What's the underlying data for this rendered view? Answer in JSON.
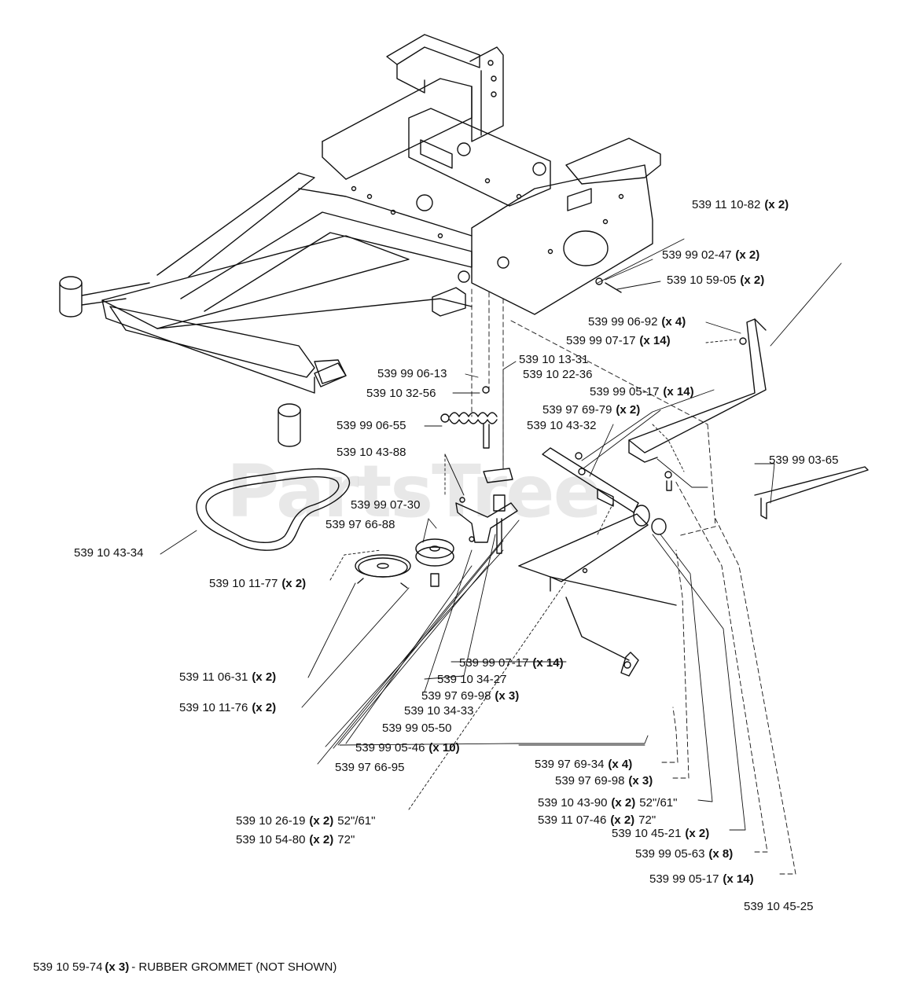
{
  "watermark": "PartsTree",
  "labels": [
    {
      "id": "l1",
      "pn": "539 11 10-82",
      "qty": "(x 2)",
      "note": ""
    },
    {
      "id": "l2",
      "pn": "539 99 02-47",
      "qty": "(x 2)",
      "note": ""
    },
    {
      "id": "l3",
      "pn": "539 10 59-05",
      "qty": "(x 2)",
      "note": ""
    },
    {
      "id": "l4",
      "pn": "539 99 06-92",
      "qty": "(x 4)",
      "note": ""
    },
    {
      "id": "l5",
      "pn": "539 99 07-17",
      "qty": "(x 14)",
      "note": ""
    },
    {
      "id": "l6",
      "pn": "539 10 13-31",
      "qty": "",
      "note": ""
    },
    {
      "id": "l7",
      "pn": "539 99 06-13",
      "qty": "",
      "note": ""
    },
    {
      "id": "l8",
      "pn": "539 10 22-36",
      "qty": "",
      "note": ""
    },
    {
      "id": "l9",
      "pn": "539 10 32-56",
      "qty": "",
      "note": ""
    },
    {
      "id": "l10",
      "pn": "539 99 05-17",
      "qty": "(x 14)",
      "note": ""
    },
    {
      "id": "l11",
      "pn": "539 97 69-79",
      "qty": "(x 2)",
      "note": ""
    },
    {
      "id": "l12",
      "pn": "539 99 06-55",
      "qty": "",
      "note": ""
    },
    {
      "id": "l13",
      "pn": "539 10 43-32",
      "qty": "",
      "note": ""
    },
    {
      "id": "l14",
      "pn": "539 10 43-88",
      "qty": "",
      "note": ""
    },
    {
      "id": "l15",
      "pn": "539 99 03-65",
      "qty": "",
      "note": ""
    },
    {
      "id": "l16",
      "pn": "539 99 07-30",
      "qty": "",
      "note": ""
    },
    {
      "id": "l17",
      "pn": "539 97 66-88",
      "qty": "",
      "note": ""
    },
    {
      "id": "l18",
      "pn": "539 10 43-34",
      "qty": "",
      "note": ""
    },
    {
      "id": "l19",
      "pn": "539 10 11-77",
      "qty": "(x 2)",
      "note": ""
    },
    {
      "id": "l20",
      "pn": "539 99 07-17",
      "qty": "(x 14)",
      "note": ""
    },
    {
      "id": "l21",
      "pn": "539 11 06-31",
      "qty": "(x 2)",
      "note": ""
    },
    {
      "id": "l22",
      "pn": "539 10 34-27",
      "qty": "",
      "note": ""
    },
    {
      "id": "l23",
      "pn": "539 97 69-98",
      "qty": "(x 3)",
      "note": ""
    },
    {
      "id": "l24",
      "pn": "539 10 11-76",
      "qty": "(x 2)",
      "note": ""
    },
    {
      "id": "l25",
      "pn": "539 10 34-33",
      "qty": "",
      "note": ""
    },
    {
      "id": "l26",
      "pn": "539 99 05-50",
      "qty": "",
      "note": ""
    },
    {
      "id": "l27",
      "pn": "539 99 05-46",
      "qty": "(x 10)",
      "note": ""
    },
    {
      "id": "l28",
      "pn": "539 97 66-95",
      "qty": "",
      "note": ""
    },
    {
      "id": "l29",
      "pn": "539 97 69-34",
      "qty": "(x 4)",
      "note": ""
    },
    {
      "id": "l30",
      "pn": "539 97 69-98",
      "qty": "(x 3)",
      "note": ""
    },
    {
      "id": "l31",
      "pn": "539 10 43-90",
      "qty": "(x 2)",
      "note": "52\"/61\""
    },
    {
      "id": "l32",
      "pn": "539 11 07-46",
      "qty": "(x 2)",
      "note": "72\""
    },
    {
      "id": "l33",
      "pn": "539 10 26-19",
      "qty": "(x 2)",
      "note": "52\"/61\""
    },
    {
      "id": "l34",
      "pn": "539 10 54-80",
      "qty": "(x 2)",
      "note": "72\""
    },
    {
      "id": "l35",
      "pn": "539 10 45-21",
      "qty": "(x 2)",
      "note": ""
    },
    {
      "id": "l36",
      "pn": "539 99 05-63",
      "qty": "(x 8)",
      "note": ""
    },
    {
      "id": "l37",
      "pn": "539 99 05-17",
      "qty": "(x 14)",
      "note": ""
    },
    {
      "id": "l38",
      "pn": "539 10 45-25",
      "qty": "",
      "note": ""
    }
  ],
  "footer": {
    "pn": "539 10 59-74",
    "qty": "(x 3)",
    "text": "- RUBBER GROMMET (NOT SHOWN)"
  }
}
